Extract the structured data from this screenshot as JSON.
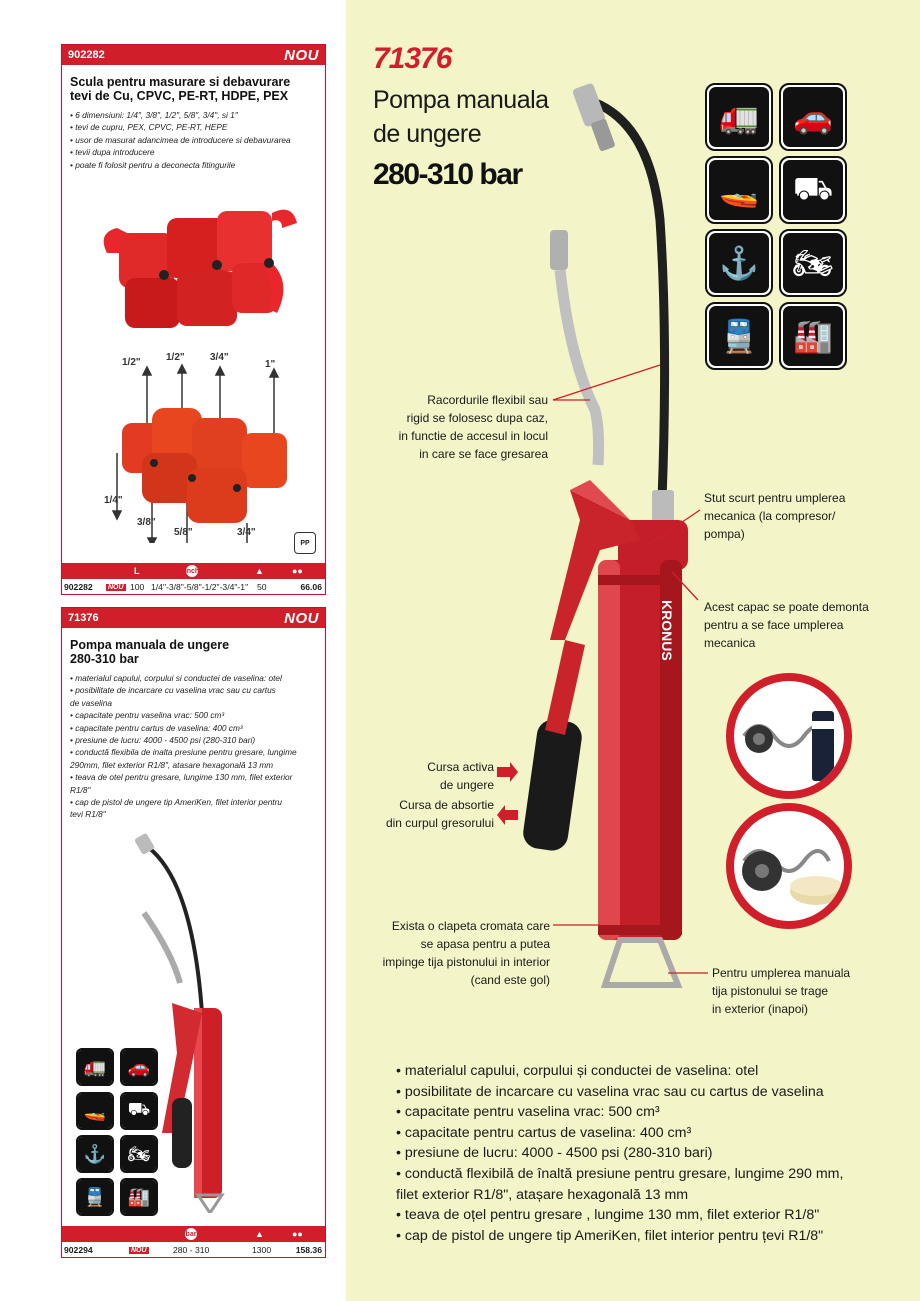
{
  "card1": {
    "code": "902282",
    "badge": "NOU",
    "title_line1": "Scula pentru masurare si debavurare",
    "title_line2": "tevi de Cu, CPVC, PE-RT, HDPE, PEX",
    "bullets": [
      "6 dimensiuni: 1/4\", 3/8\", 1/2\", 5/8\", 3/4\", si 1\"",
      "tevi de cupru, PEX, CPVC, PE-RT, HEPE",
      "usor de masurat adancimea de introducere si debavurarea",
      "tevii dupa introducere",
      "poate fi folosit pentru a deconecta fitingurile"
    ],
    "sizes": [
      "1/2\"",
      "1/2\"",
      "3/4\"",
      "1\"",
      "1/4\"",
      "3/8\"",
      "5/8\"",
      "3/4\""
    ],
    "pp_label": "PP",
    "spec_header": {
      "length": "L",
      "unit": "inch"
    },
    "spec_row": {
      "code": "902282",
      "tag": "NOU",
      "length": "100",
      "sizes": "1/4\"-3/8\"-5/8\"-1/2\"-3/4\"-1\"",
      "qty": "50",
      "price": "66.06"
    }
  },
  "card2": {
    "code": "71376",
    "badge": "NOU",
    "title_line1": "Pompa manuala de ungere",
    "title_line2": "280-310 bar",
    "bullets": [
      "materialul capului, corpului si conductei de vaselina: otel",
      "posibilitate de incarcare cu vaselina vrac sau cu cartus",
      "de vaselina",
      "capacitate pentru vaselina vrac: 500 cm³",
      "capacitate pentru cartus de vaselina: 400 cm³",
      "presiune de lucru: 4000 - 4500 psi (280-310 bari)",
      "conductă flexibila de inalta presiune pentru gresare, lungime",
      "290mm, filet exterior R1/8\", atasare hexagonală 13 mm",
      "teava de otel pentru gresare, lungime 130 mm, filet exterior",
      "R1/8\"",
      "cap de pistol de ungere tip AmeriKen, filet interior pentru",
      "tevi R1/8\""
    ],
    "spec_header": {
      "unit": "bar"
    },
    "spec_row": {
      "code": "902294",
      "tag": "NOU",
      "pressure": "280 - 310",
      "qty": "1300",
      "price": "158.36"
    }
  },
  "hero": {
    "code": "71376",
    "title_line1": "Pompa manuala",
    "title_line2": "de ungere",
    "pressure": "280-310 bar",
    "brand": "KRONUS"
  },
  "icons": [
    "truck-icon",
    "car-icon",
    "boat-icon",
    "forklift-icon",
    "crane-icon",
    "motorcycle-icon",
    "train-icon",
    "factory-icon"
  ],
  "annotations": {
    "connectors": [
      "Racordurile flexibil sau",
      "rigid se folosesc dupa caz,",
      "in functie de accesul in locul",
      "in care se face gresarea"
    ],
    "nozzle": [
      "Stut scurt pentru umplerea",
      "mecanica (la compresor/",
      "pompa)"
    ],
    "cap": [
      "Acest capac se poate demonta",
      "pentru a se face umplerea",
      "mecanica"
    ],
    "active": [
      "Cursa activa",
      "de ungere"
    ],
    "absorb": [
      "Cursa de absortie",
      "din curpul gresorului"
    ],
    "valve": [
      "Exista o clapeta cromata care",
      "se apasa pentru a putea",
      "impinge tija pistonului in interior",
      "(cand este gol)"
    ],
    "manual": [
      "Pentru umplerea manuala",
      "tija pistonului se trage",
      "in exterior (inapoi)"
    ]
  },
  "features": [
    "materialul capului, corpului și conductei de vaselina: otel",
    "posibilitate de incarcare cu vaselina vrac sau cu cartus de vaselina",
    "capacitate pentru vaselina vrac: 500 cm³",
    "capacitate pentru cartus de vaselina: 400 cm³",
    "presiune de lucru: 4000 - 4500 psi (280-310 bari)",
    "conductă flexibilă de înaltă presiune pentru gresare, lungime 290 mm,",
    "filet exterior R1/8\", atașare hexagonală 13 mm",
    "teava de oțel pentru gresare , lungime 130 mm, filet exterior R1/8\"",
    "cap de pistol de ungere tip AmeriKen, filet interior pentru țevi R1/8\""
  ],
  "colors": {
    "brand_red": "#d01f2a",
    "panel": "#f3f4c7"
  }
}
